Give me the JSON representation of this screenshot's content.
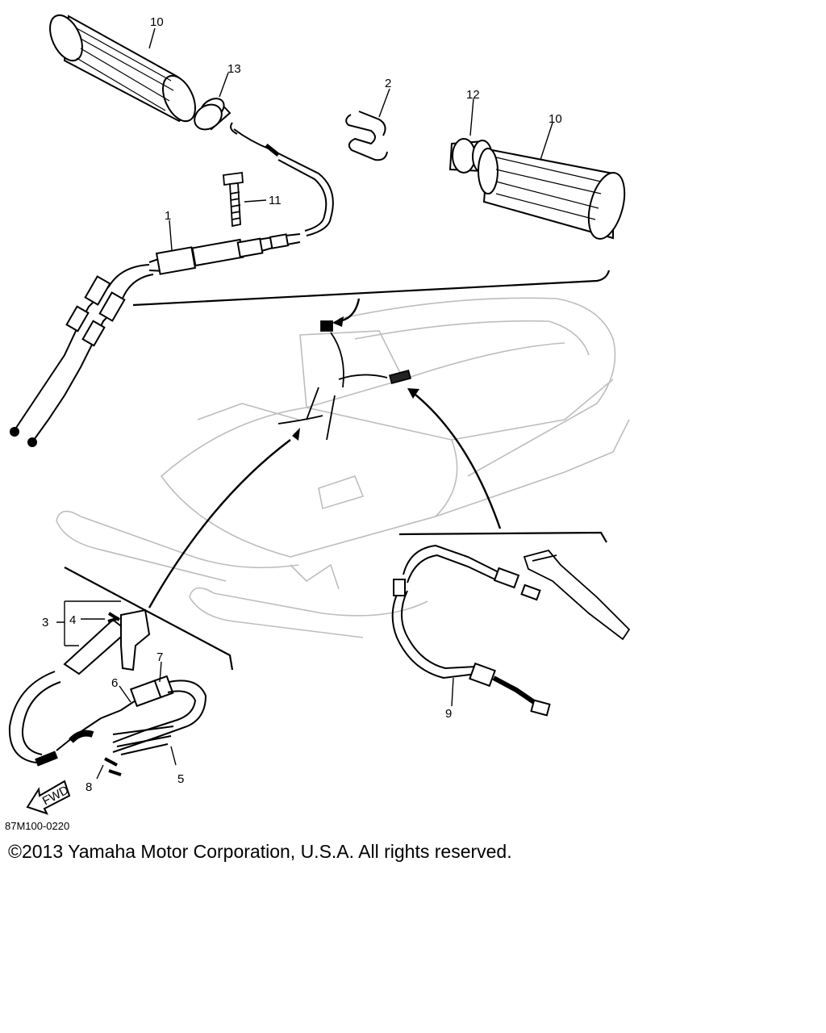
{
  "callouts": {
    "c1": "1",
    "c2": "2",
    "c3": "3",
    "c4": "4",
    "c5": "5",
    "c6": "6",
    "c7": "7",
    "c8": "8",
    "c9": "9",
    "c10a": "10",
    "c10b": "10",
    "c11": "11",
    "c12": "12",
    "c13": "13"
  },
  "fwd_label": "FWD",
  "part_code": "87M100-0220",
  "copyright": "©2013 Yamaha Motor Corporation, U.S.A. All rights reserved."
}
